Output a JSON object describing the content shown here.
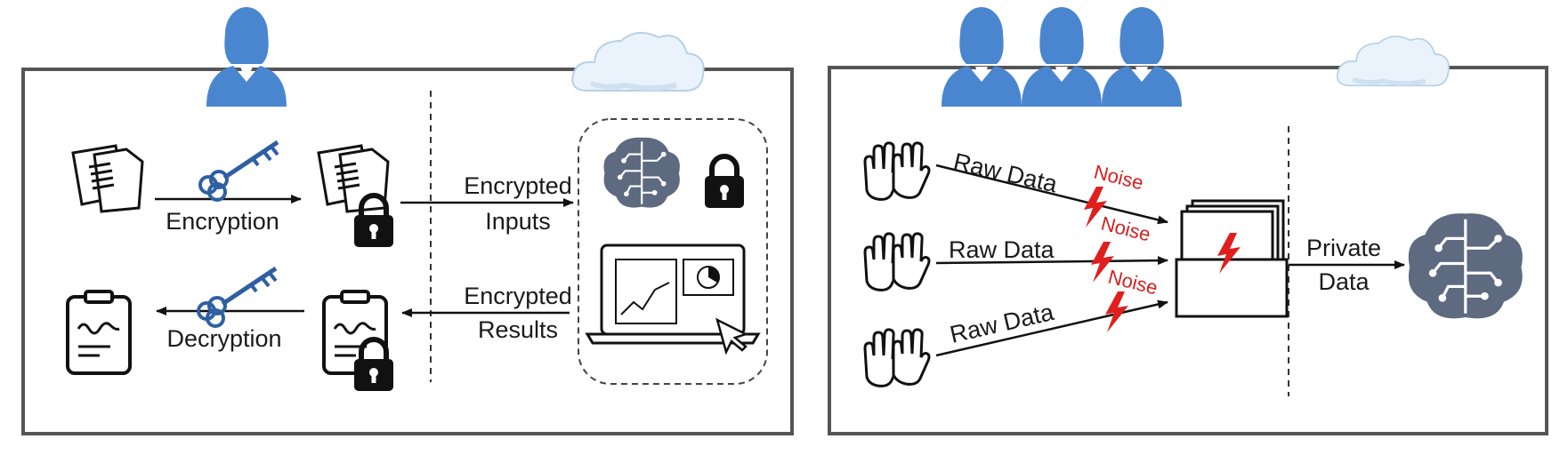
{
  "left_panel": {
    "encryption_label": "Encryption",
    "decryption_label": "Decryption",
    "encrypted_inputs_line1": "Encrypted",
    "encrypted_inputs_line2": "Inputs",
    "encrypted_results_line1": "Encrypted",
    "encrypted_results_line2": "Results"
  },
  "right_panel": {
    "raw_data_1": "Raw Data",
    "raw_data_2": "Raw Data",
    "raw_data_3": "Raw Data",
    "noise_1": "Noise",
    "noise_2": "Noise",
    "noise_3": "Noise",
    "private_data_line1": "Private",
    "private_data_line2": "Data"
  },
  "colors": {
    "user_blue": "#4a86d0",
    "key_blue": "#2f5fa3",
    "brain_gray": "#5d6a80",
    "noise_red": "#d42020",
    "frame_gray": "#555555"
  },
  "icons": [
    "user-icon",
    "cloud-icon",
    "document-icon",
    "key-icon",
    "lock-icon",
    "clipboard-icon",
    "brain-icon",
    "laptop-icon",
    "hands-icon",
    "lightning-icon",
    "storage-box-icon"
  ]
}
